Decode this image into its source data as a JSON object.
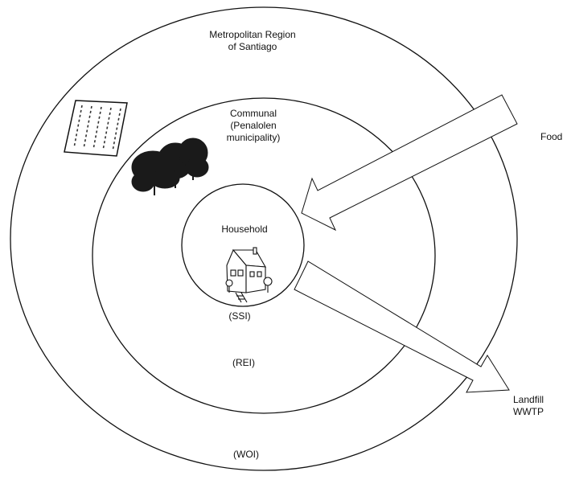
{
  "regions": {
    "outer": {
      "line1": "Metropolitan Region",
      "line2": "of Santiago",
      "tag": "(WOI)"
    },
    "middle": {
      "line1": "Communal",
      "line2": "(Penalolen",
      "line3": "municipality)",
      "tag": "(REI)"
    },
    "inner": {
      "title": "Household",
      "tag": "(SSI)"
    }
  },
  "flows": {
    "input_label": "Food",
    "output_line1": "Landfill",
    "output_line2": "WWTP"
  },
  "icons": {
    "field": "crop-field-icon",
    "trees": "tree-cluster-icon",
    "house": "house-icon"
  },
  "colors": {
    "stroke": "#111111",
    "background": "#ffffff",
    "tree": "#1a1a1a"
  }
}
